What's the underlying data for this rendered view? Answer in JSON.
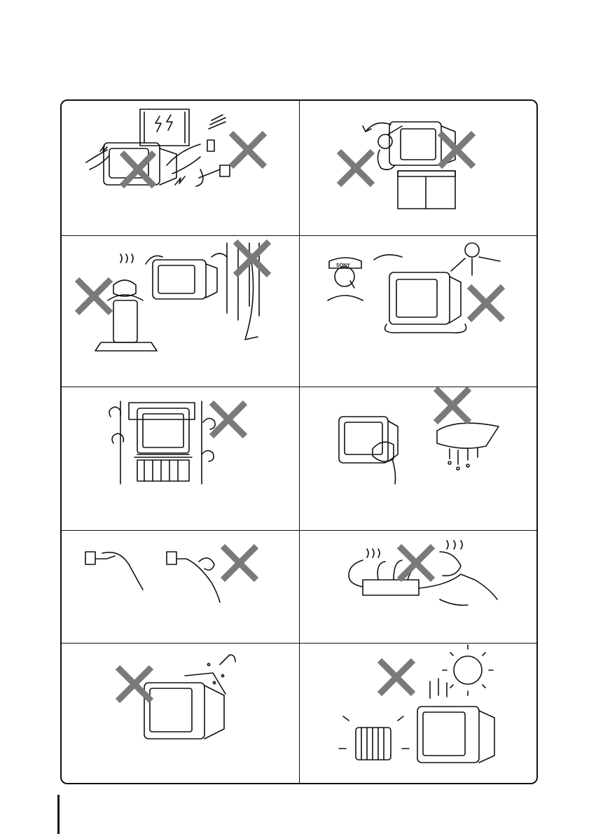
{
  "page": {
    "panels": [
      {
        "id": "lightning-antenna",
        "mark": "prohibited",
        "icon": "lightning-tv-icon"
      },
      {
        "id": "child-climbing-tv",
        "mark": "prohibited",
        "icon": "child-climbing-icon"
      },
      {
        "id": "heat-steam-curtains",
        "mark": "prohibited",
        "icon": "heater-steam-icon"
      },
      {
        "id": "liquid-spill-service",
        "mark": "prohibited",
        "icon": "liquid-spill-icon"
      },
      {
        "id": "ventilation-enclosed",
        "mark": "prohibited",
        "icon": "ventilation-icon"
      },
      {
        "id": "wet-cloth-cleaning",
        "mark": "prohibited",
        "icon": "wet-cloth-icon"
      },
      {
        "id": "pull-cord-plug",
        "mark": "prohibited",
        "icon": "power-plug-icon"
      },
      {
        "id": "overloaded-outlet",
        "mark": "prohibited",
        "icon": "overloaded-outlet-icon"
      },
      {
        "id": "objects-in-vents",
        "mark": "prohibited",
        "icon": "objects-in-vents-icon"
      },
      {
        "id": "sun-radiator-heat",
        "mark": "prohibited",
        "icon": "sun-heat-icon"
      }
    ],
    "brand_text": "SONY",
    "colors": {
      "border": "#111111",
      "cross": "#7a7a7a"
    }
  }
}
